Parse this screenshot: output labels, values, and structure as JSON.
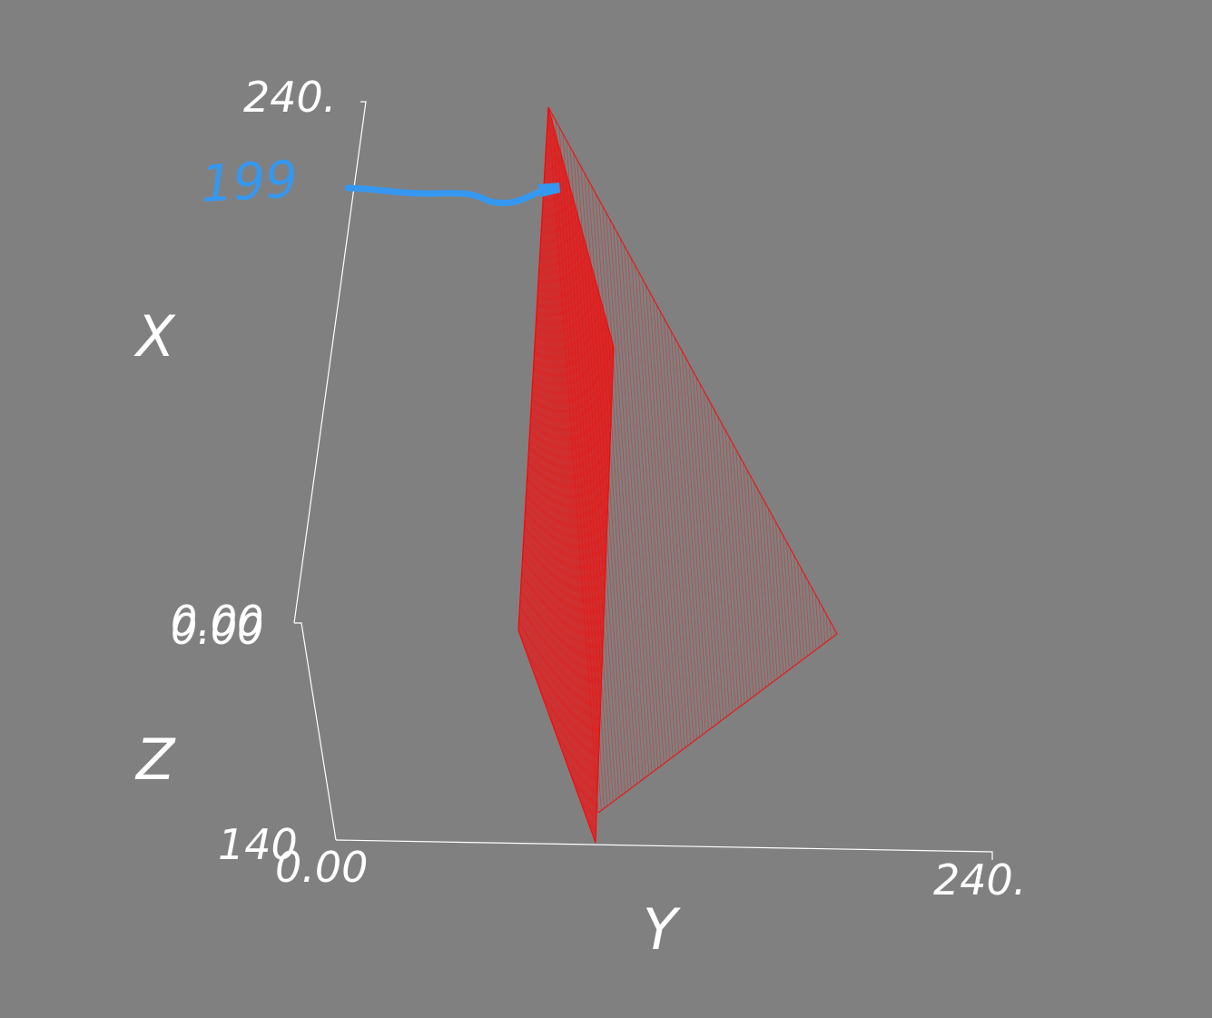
{
  "background_color": "#808080",
  "mesh_color": "#ff0000",
  "annotation_color": "#3598f0",
  "axes": {
    "x": {
      "title": "X",
      "min_label": "0.00",
      "max_label": "240."
    },
    "y": {
      "title": "Y",
      "min_label": "0.00",
      "max_label": "240."
    },
    "z": {
      "title": "Z",
      "min_label": "0.00",
      "max_label": "140"
    }
  },
  "annotation": {
    "text": "199",
    "marker": "arrow-to-apex"
  }
}
